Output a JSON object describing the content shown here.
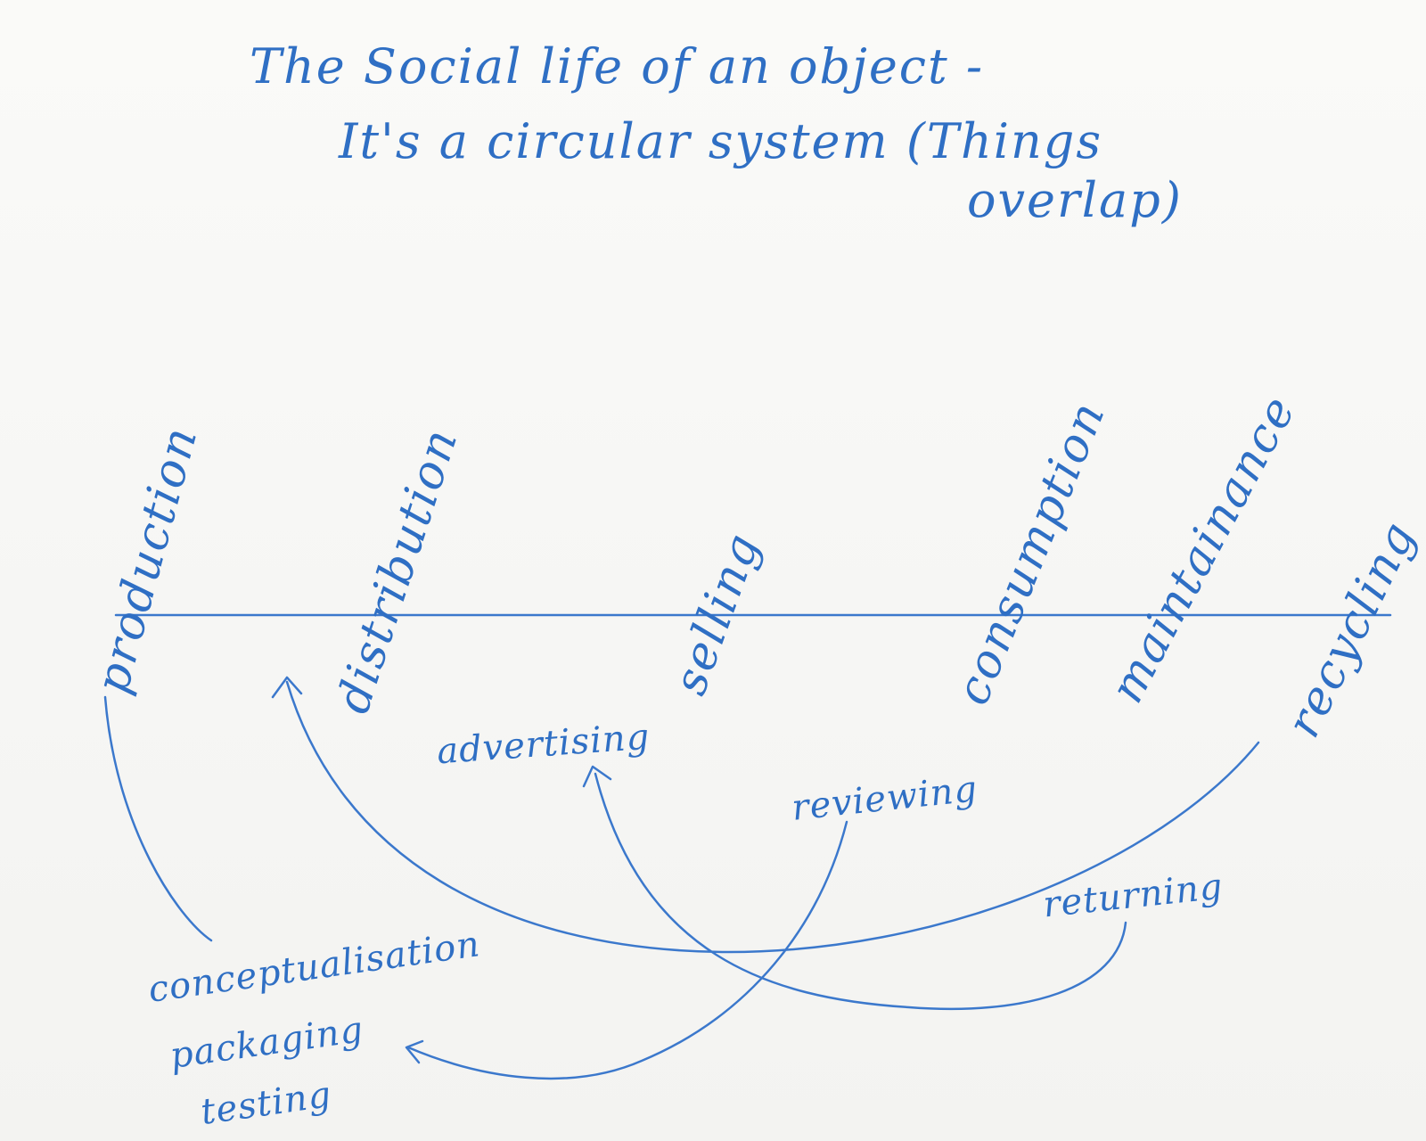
{
  "title": {
    "line1": "The Social life of an object -",
    "line2": "It's a circular system (Things",
    "line3": "overlap)"
  },
  "stages": {
    "production": "production",
    "distribution": "distribution",
    "selling": "selling",
    "consumption": "consumption",
    "maintainance": "maintainance",
    "recycling": "recycling"
  },
  "branches": {
    "advertising": "advertising",
    "reviewing": "reviewing",
    "returning": "returning",
    "conceptualisation": "conceptualisation",
    "packaging": "packaging",
    "testing": "testing"
  },
  "colors": {
    "ink": "#2f6fc4",
    "paper": "#f7f7f5"
  }
}
